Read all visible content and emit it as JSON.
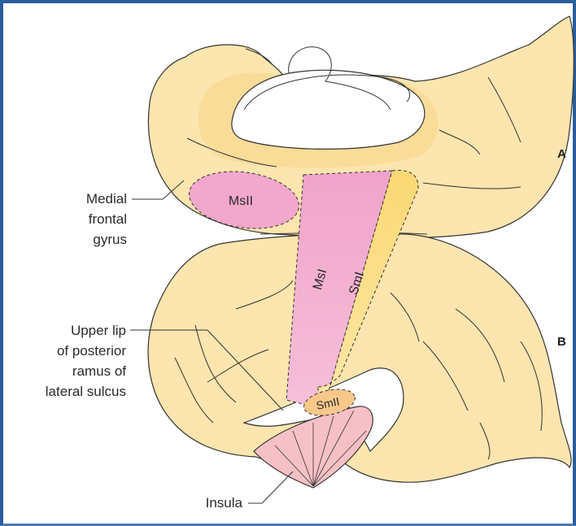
{
  "figure": {
    "section_labels": {
      "a": "A",
      "b": "B"
    },
    "labels": {
      "medial_frontal_gyrus": [
        "Medial",
        "frontal",
        "gyrus"
      ],
      "upper_lip": [
        "Upper lip",
        "of posterior",
        "ramus of",
        "lateral sulcus"
      ],
      "insula": "Insula"
    },
    "areas": {
      "msii": "MsII",
      "msi": "MsI",
      "smi": "SmI",
      "smii": "SmII"
    }
  },
  "colors": {
    "frame": "#2b5d9a",
    "brain_fill": "#fce5ae",
    "brain_shadow": "#f8d68a",
    "msi_fill": "#f2a7cc",
    "smi_fill": "#fbe07f",
    "smii_fill": "#f7c88a",
    "insula_fill": "#f6c1c6",
    "outline": "#333333"
  }
}
